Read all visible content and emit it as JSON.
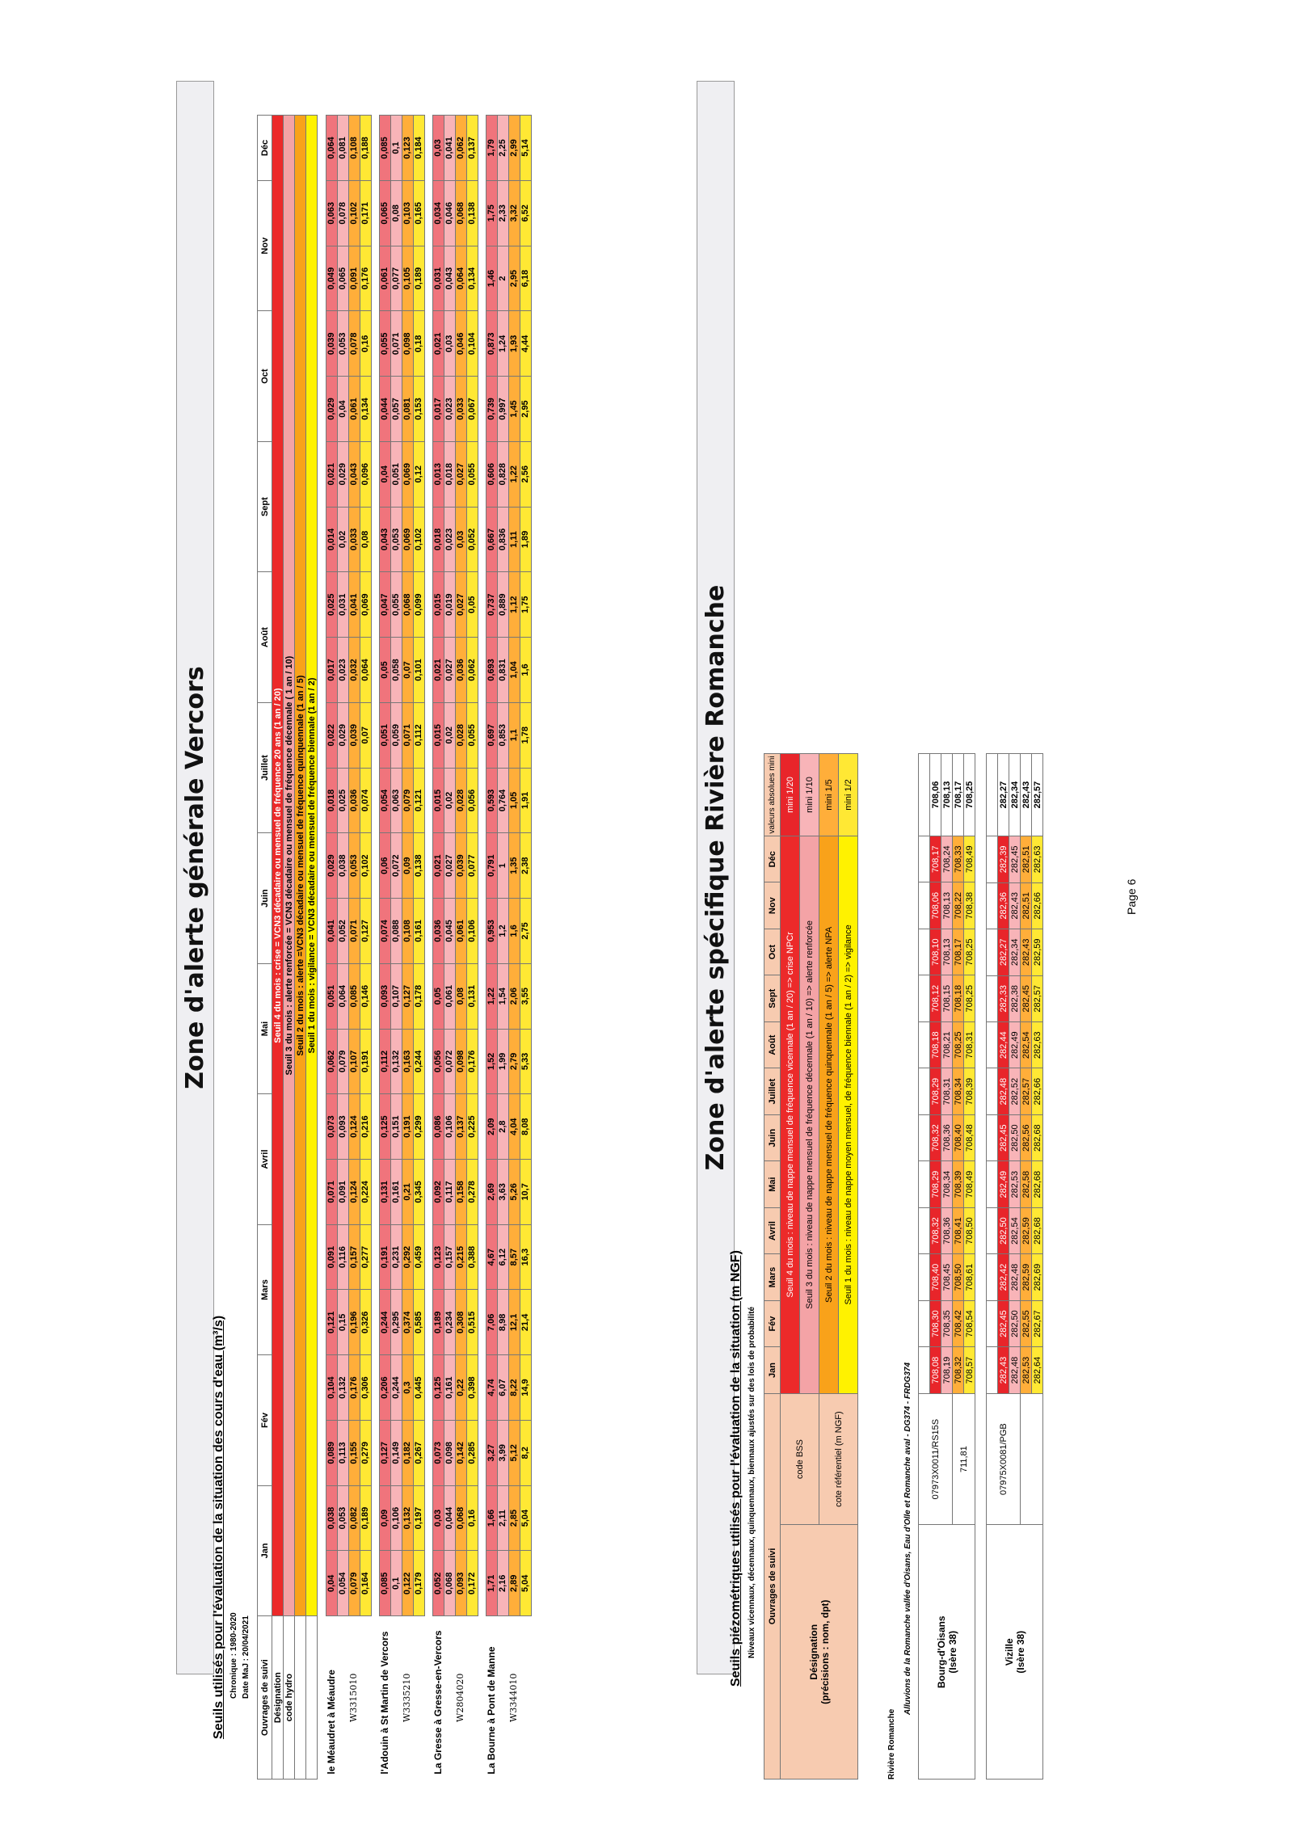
{
  "section1": {
    "title": "Zone d'alerte générale Vercors",
    "subtitle": "Seuils utilisés pour l'évaluation de la situation des cours d'eau (m³/s)",
    "chronique": "Chronique : 1980-2020",
    "date_maj": "Date MaJ : 20/04/2021",
    "header": {
      "ouvrages": "Ouvrages de suivi",
      "designation": "Désignation",
      "code": "code hydro",
      "months": [
        "Jan",
        "Fév",
        "Mars",
        "Avril",
        "Mai",
        "Juin",
        "Juillet",
        "Août",
        "Sept",
        "Oct",
        "Nov",
        "Déc"
      ]
    },
    "legend": [
      "Seuil 4 du mois : crise = VCN3 décadaire ou mensuel de fréquence 20 ans (1 an / 20)",
      "Seuil 3 du mois : alerte renforcée = VCN3 décadaire ou mensuel de fréquence décennale ( 1 an / 10)",
      "Seuil 2 du mois : alerte =VCN3 décadaire ou mensuel de fréquence quinquennale (1 an / 5)",
      "Seuil 1 du mois : vigilance = VCN3 décadaire ou mensuel de fréquence biennale (1 an / 2)"
    ],
    "stations": [
      {
        "name": "le Méaudret à Méaudre",
        "code": "W3315010",
        "rows": [
          [
            "0,04",
            "0,038",
            "0,089",
            "0,104",
            "0,121",
            "0,091",
            "0,071",
            "0,073",
            "0,062",
            "0,051",
            "0,041",
            "0,029",
            "0,018",
            "0,022",
            "0,017",
            "0,025",
            "0,014",
            "0,021",
            "0,029",
            "0,039",
            "0,049",
            "0,063",
            "0,064"
          ],
          [
            "0,054",
            "0,053",
            "0,113",
            "0,132",
            "0,15",
            "0,116",
            "0,091",
            "0,093",
            "0,079",
            "0,064",
            "0,052",
            "0,038",
            "0,025",
            "0,029",
            "0,023",
            "0,031",
            "0,02",
            "0,029",
            "0,04",
            "0,053",
            "0,065",
            "0,078",
            "0,081"
          ],
          [
            "0,079",
            "0,082",
            "0,155",
            "0,176",
            "0,196",
            "0,157",
            "0,124",
            "0,124",
            "0,107",
            "0,085",
            "0,071",
            "0,053",
            "0,036",
            "0,039",
            "0,032",
            "0,041",
            "0,033",
            "0,043",
            "0,061",
            "0,078",
            "0,091",
            "0,102",
            "0,108"
          ],
          [
            "0,164",
            "0,189",
            "0,279",
            "0,306",
            "0,326",
            "0,277",
            "0,224",
            "0,216",
            "0,191",
            "0,146",
            "0,127",
            "0,102",
            "0,074",
            "0,07",
            "0,064",
            "0,069",
            "0,08",
            "0,096",
            "0,134",
            "0,16",
            "0,176",
            "0,171",
            "0,188"
          ]
        ]
      },
      {
        "name": "l'Adouin à St Martin de Vercors",
        "code": "W3335210",
        "rows": [
          [
            "0,085",
            "0,09",
            "0,127",
            "0,206",
            "0,244",
            "0,191",
            "0,131",
            "0,125",
            "0,112",
            "0,093",
            "0,074",
            "0,06",
            "0,054",
            "0,051",
            "0,05",
            "0,047",
            "0,043",
            "0,04",
            "0,044",
            "0,055",
            "0,061",
            "0,065",
            "0,085"
          ],
          [
            "0,1",
            "0,106",
            "0,149",
            "0,244",
            "0,295",
            "0,231",
            "0,161",
            "0,151",
            "0,132",
            "0,107",
            "0,088",
            "0,072",
            "0,063",
            "0,059",
            "0,058",
            "0,055",
            "0,053",
            "0,051",
            "0,057",
            "0,071",
            "0,077",
            "0,08",
            "0,1"
          ],
          [
            "0,122",
            "0,132",
            "0,182",
            "0,3",
            "0,374",
            "0,292",
            "0,21",
            "0,191",
            "0,163",
            "0,127",
            "0,108",
            "0,09",
            "0,079",
            "0,071",
            "0,07",
            "0,068",
            "0,069",
            "0,069",
            "0,081",
            "0,098",
            "0,105",
            "0,103",
            "0,123"
          ],
          [
            "0,179",
            "0,197",
            "0,267",
            "0,445",
            "0,585",
            "0,459",
            "0,345",
            "0,299",
            "0,244",
            "0,178",
            "0,161",
            "0,138",
            "0,121",
            "0,112",
            "0,101",
            "0,099",
            "0,102",
            "0,12",
            "0,153",
            "0,18",
            "0,189",
            "0,165",
            "0,184"
          ]
        ]
      },
      {
        "name": "La Gresse à Gresse-en-Vercors",
        "code": "W2804020",
        "rows": [
          [
            "0,052",
            "0,03",
            "0,073",
            "0,125",
            "0,189",
            "0,123",
            "0,092",
            "0,086",
            "0,056",
            "0,05",
            "0,036",
            "0,021",
            "0,015",
            "0,015",
            "0,021",
            "0,015",
            "0,018",
            "0,013",
            "0,017",
            "0,021",
            "0,031",
            "0,034",
            "0,03"
          ],
          [
            "0,068",
            "0,044",
            "0,098",
            "0,161",
            "0,234",
            "0,157",
            "0,117",
            "0,106",
            "0,072",
            "0,061",
            "0,045",
            "0,027",
            "0,02",
            "0,02",
            "0,027",
            "0,019",
            "0,023",
            "0,018",
            "0,023",
            "0,03",
            "0,043",
            "0,046",
            "0,041"
          ],
          [
            "0,093",
            "0,068",
            "0,142",
            "0,22",
            "0,308",
            "0,215",
            "0,158",
            "0,137",
            "0,098",
            "0,08",
            "0,061",
            "0,039",
            "0,028",
            "0,028",
            "0,036",
            "0,027",
            "0,03",
            "0,027",
            "0,033",
            "0,046",
            "0,064",
            "0,068",
            "0,062"
          ],
          [
            "0,172",
            "0,16",
            "0,285",
            "0,398",
            "0,515",
            "0,388",
            "0,278",
            "0,225",
            "0,176",
            "0,131",
            "0,106",
            "0,077",
            "0,056",
            "0,055",
            "0,062",
            "0,05",
            "0,052",
            "0,055",
            "0,067",
            "0,104",
            "0,134",
            "0,138",
            "0,137"
          ]
        ]
      },
      {
        "name": "La Bourne à Pont de Manne",
        "code": "W3344010",
        "rows": [
          [
            "1,71",
            "1,66",
            "3,27",
            "4,74",
            "7,06",
            "4,67",
            "2,69",
            "2,09",
            "1,52",
            "1,22",
            "0,953",
            "0,791",
            "0,593",
            "0,697",
            "0,693",
            "0,737",
            "0,667",
            "0,606",
            "0,739",
            "0,873",
            "1,46",
            "1,75",
            "1,79"
          ],
          [
            "2,16",
            "2,11",
            "3,99",
            "6,07",
            "8,98",
            "6,12",
            "3,63",
            "2,8",
            "1,99",
            "1,54",
            "1,2",
            "1",
            "0,764",
            "0,853",
            "0,831",
            "0,889",
            "0,836",
            "0,828",
            "0,997",
            "1,24",
            "2",
            "2,33",
            "2,25"
          ],
          [
            "2,89",
            "2,85",
            "5,12",
            "8,22",
            "12,1",
            "8,57",
            "5,26",
            "4,04",
            "2,79",
            "2,06",
            "1,6",
            "1,35",
            "1,05",
            "1,1",
            "1,04",
            "1,12",
            "1,11",
            "1,22",
            "1,45",
            "1,93",
            "2,95",
            "3,32",
            "2,99"
          ],
          [
            "5,04",
            "5,04",
            "8,2",
            "14,9",
            "21,4",
            "16,3",
            "10,7",
            "8,08",
            "5,33",
            "3,55",
            "2,75",
            "2,38",
            "1,91",
            "1,78",
            "1,6",
            "1,75",
            "1,89",
            "2,56",
            "2,95",
            "4,44",
            "6,18",
            "6,52",
            "5,14"
          ]
        ]
      }
    ]
  },
  "section2": {
    "title": "Zone d'alerte spécifique Rivière Romanche",
    "subtitle": "Seuils piézométriques utilisés pour l'évaluation de la situation (m NGF)",
    "note": "Niveaux vicennaux, décennaux, quinquennaux, biennaux ajustés sur des lois de probabilité",
    "header": {
      "ouvrages": "Ouvrages de suivi",
      "designation": "Désignation",
      "precisions": "(précisions : nom, dpt)",
      "code_bss": "code BSS",
      "cote": "cote référentiel (m NGF)",
      "months": [
        "Jan",
        "Fév",
        "Mars",
        "Avril",
        "Mai",
        "Juin",
        "Juillet",
        "Août",
        "Sept",
        "Oct",
        "Nov",
        "Déc"
      ],
      "valeurs": "valeurs absolues mini"
    },
    "legend": [
      {
        "text": "Seuil 4 du mois : niveau de nappe mensuel de fréquence vicennale (1 an / 20) => crise NPCr",
        "mini": "mini 1/20"
      },
      {
        "text": "Seuil 3 du mois : niveau de nappe mensuel de fréquence décennale (1 an / 10) => alerte renforcée",
        "mini": "mini 1/10"
      },
      {
        "text": "Seuil 2 du mois : niveau de nappe mensuel de fréquence quinquennale (1 an / 5) => alerte NPA",
        "mini": "mini 1/5"
      },
      {
        "text": "Seuil 1 du mois : niveau de nappe moyen mensuel, de fréquence biennale (1 an / 2) => vigilance",
        "mini": "mini 1/2"
      }
    ],
    "riviere_label": "Rivière Romanche",
    "alluvions": "Alluvions de la Romanche vallée d'Oisans, Eau d'Olle et Romanche aval - DG374 - FRDG374",
    "bourg": {
      "name": "Bourg-d'Oisans",
      "dpt": "(Isère 38)",
      "code": "07973X0011/RS15S",
      "cote": "711,81",
      "rows": [
        [
          "708,08",
          "708,30",
          "708,40",
          "708,32",
          "708,29",
          "708,32",
          "708,29",
          "708,18",
          "708,12",
          "708,10",
          "708,06",
          "708,17",
          "708,06"
        ],
        [
          "708,19",
          "708,35",
          "708,45",
          "708,36",
          "708,34",
          "708,36",
          "708,31",
          "708,21",
          "708,15",
          "708,13",
          "708,13",
          "708,24",
          "708,13"
        ],
        [
          "708,32",
          "708,42",
          "708,50",
          "708,41",
          "708,39",
          "708,40",
          "708,34",
          "708,25",
          "708,18",
          "708,17",
          "708,22",
          "708,33",
          "708,17"
        ],
        [
          "708,57",
          "708,54",
          "708,61",
          "708,50",
          "708,49",
          "708,48",
          "708,39",
          "708,31",
          "708,25",
          "708,25",
          "708,38",
          "708,49",
          "708,25"
        ]
      ]
    },
    "vizille": {
      "name": "Vizille",
      "dpt": "(Isère 38)",
      "code": "07975X0081/PGB",
      "rows": [
        [
          "282,43",
          "282,45",
          "282,42",
          "282,50",
          "282,49",
          "282,45",
          "282,48",
          "282,44",
          "282,33",
          "282,27",
          "282,36",
          "282,39",
          "282,27"
        ],
        [
          "282,48",
          "282,50",
          "282,48",
          "282,54",
          "282,53",
          "282,50",
          "282,52",
          "282,49",
          "282,38",
          "282,34",
          "282,43",
          "282,45",
          "282,34"
        ],
        [
          "282,53",
          "282,55",
          "282,59",
          "282,59",
          "282,58",
          "282,56",
          "282,57",
          "282,54",
          "282,45",
          "282,43",
          "282,51",
          "282,51",
          "282,43"
        ],
        [
          "282,64",
          "282,67",
          "282,69",
          "282,68",
          "282,68",
          "282,68",
          "282,66",
          "282,63",
          "282,57",
          "282,59",
          "282,66",
          "282,63",
          "282,57"
        ]
      ]
    }
  },
  "footer": {
    "page": "Page 6"
  },
  "colors": {
    "crise": "#f0747c",
    "renforcee": "#f8b4b8",
    "alerte": "#ffae3a",
    "vigilance": "#ffe834"
  }
}
